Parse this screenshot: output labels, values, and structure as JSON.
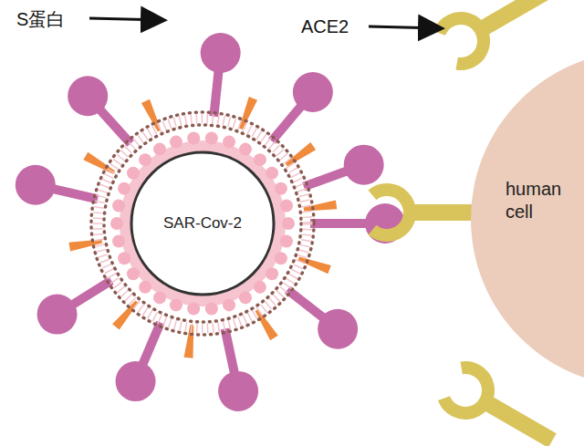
{
  "diagram": {
    "nodes": [
      {
        "text": [
          "SAR-Cov-2"
        ]
      },
      {
        "text": [
          "human cell"
        ]
      }
    ],
    "labels": [
      "S蛋白",
      "ACE2"
    ]
  }
}
